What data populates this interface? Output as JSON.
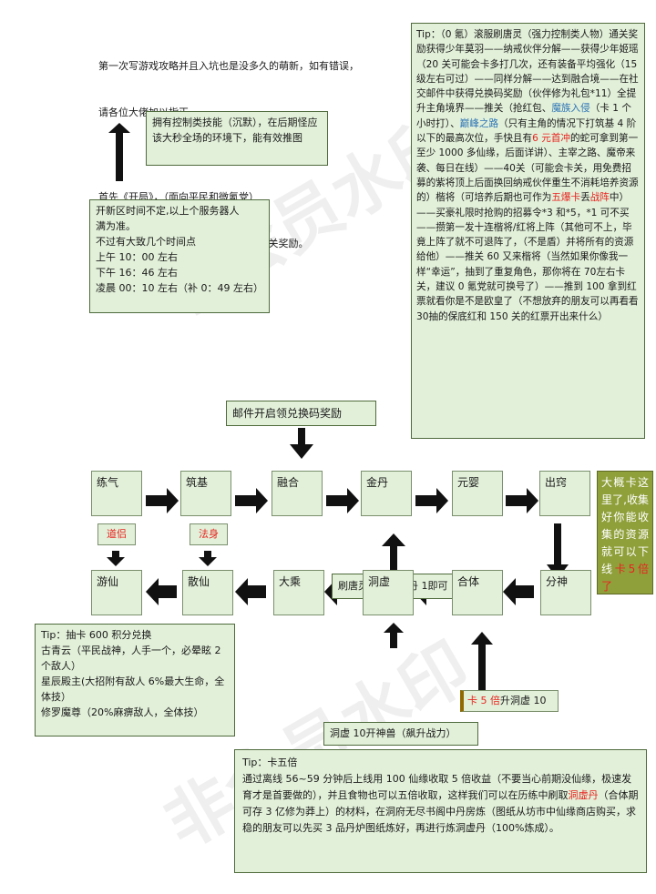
{
  "intro": {
    "line1": "第一次写游戏攻略并且入坑也是没多久的萌新，如有错误，",
    "line2": "请各位大佬加以指正",
    "line3": "首先《开局》，（面向平民和微氪党）",
    "line4": "1.选新区，人族开局，以照引导获取通关奖励。"
  },
  "control_note": "拥有控制类技能（沉默），在后期怪应该大秒全场的环境下，能有效推图",
  "server_note": {
    "lines": [
      "开新区时间不定,以上个服务器人",
      "满为准。",
      "不过有大致几个时间点",
      "上午 10：00 左右",
      "下午 16：46 左右",
      "凌晨 00：10 左右（补 0：49 左右）"
    ]
  },
  "tip_top": {
    "s1": "Tip：（0 氪）滚服刷唐灵（强力控制类人物）通关奖励获得少年莫羽——纳戒伙伴分解——获得少年姬瑶（20 关可能会卡多打几次，还有装备平均强化（15 级左右可过）——同样分解——达到融合境——在社交邮件中获得兑换码奖励（伙伴修为礼包*11）全提升主角境界——推关（抢红包、",
    "s2": "魔族入侵",
    "s3": "（卡 1 个小时打）、",
    "s4": "巅峰之路",
    "s5": "（只有主角的情况下打筑基 4 阶以下的最高次位，手快且有",
    "s6": "6 元首冲",
    "s7": "的蛇可拿到第一至少 1000 多仙缘，后面详讲）、主宰之路、魔帝来袭、每日在线）——40关（可能会卡关，用免费招募的紫将顶上后面换回纳戒伙伴重生不消耗培养资源的）楷将（可培养后期也可作为",
    "s8": "五爆卡",
    "s9": "丢",
    "s10": "战阵",
    "s11": "中）——买豪礼限时抢购的招募令*3 和*5，*1 可不买——攒第一发十连楷将/红将上阵（其他可不上，毕竟上阵了就不可退阵了，（不是盾）并将所有的资源给他）——推关 60 又来楷将（当然如果你像我一样“幸运”，抽到了重复角色，那你将在 70左右卡关，建议 0 氪党就可换号了）——推到 100 拿到红票就看你是不是欧皇了（不想放弃的朋友可以再看看 30抽的保底红和 150 关的红票开出来什么）"
  },
  "mail_note": "邮件开启领兑换码奖励",
  "stages_row1": [
    "练气",
    "筑基",
    "融合",
    "金丹",
    "元婴",
    "出窍"
  ],
  "stages_row2": [
    "游仙",
    "散仙",
    "大乘",
    "洞虚",
    "合体",
    "分神"
  ],
  "card_note": {
    "text": "大概卡这里了,收集好你能收集的资源就可以下线",
    "red": "卡5倍了"
  },
  "tang_note": "刷唐灵，伙伴金丹 1即可",
  "daolv": "道侣",
  "fashen": "法身",
  "upgrade_note": {
    "red": "卡 5 倍",
    "text": "升洞虚 10"
  },
  "beast_note": "洞虚 10开神兽（飙升战力）",
  "tip_left": {
    "lines": [
      "Tip：抽卡 600 积分兑换",
      "古青云（平民战神，人手一个，必晕眩 2 个敌人）",
      "星辰殿主(大招附有敌人 6%最大生命，全体技）",
      "修罗魔尊（20%麻痹敌人，全体技）"
    ]
  },
  "tip_bottom": {
    "t1": "Tip：卡五倍",
    "t2": "通过离线 56~59 分钟后上线用 100 仙缘收取 5 倍收益（不要当心前期没仙缘，极速发育才是首要做的），并且食物也可以五倍收取，这样我们可以在历练中刷取",
    "t3": "洞虚丹",
    "t4": "（合体期可存 3 亿修为莽上）的材料，在洞府无尽书阁中丹房炼（图纸从坊市中仙缘商店购买，求稳的朋友可以先买 3 品丹炉图纸炼好，再进行炼洞虚丹（100%炼成）。"
  },
  "watermark": "非会员水印"
}
